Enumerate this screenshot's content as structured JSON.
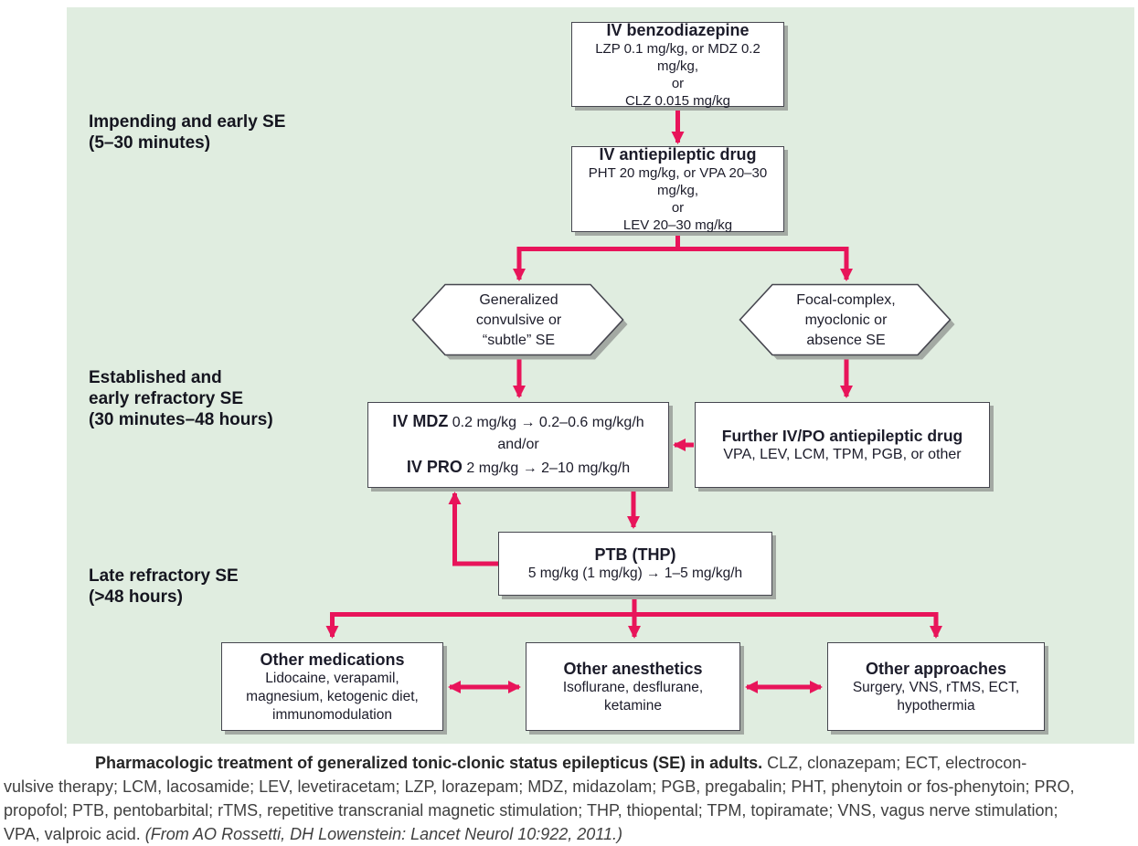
{
  "colors": {
    "panel_bg": "#e0ede0",
    "arrow": "#e8145a",
    "box_border": "#46464f",
    "box_shadow": "#a3a9a3",
    "box_text": "#1c1c2a",
    "caption_text": "#3f3f3f"
  },
  "stages": [
    {
      "lines": [
        "Impending and early SE",
        "(5–30 minutes)"
      ]
    },
    {
      "lines": [
        "Established and",
        "early refractory SE",
        "(30 minutes–48 hours)"
      ]
    },
    {
      "lines": [
        "Late refractory SE",
        "(>48 hours)"
      ]
    }
  ],
  "nodes": {
    "benzo": {
      "title": "IV benzodiazepine",
      "lines": [
        "LZP 0.1 mg/kg, or MDZ 0.2 mg/kg,",
        "or",
        "CLZ 0.015 mg/kg"
      ]
    },
    "aed": {
      "title": "IV antiepileptic drug",
      "lines": [
        "PHT 20 mg/kg, or VPA 20–30 mg/kg,",
        "or",
        "LEV 20–30 mg/kg"
      ]
    },
    "hex_generalized": {
      "lines": [
        "Generalized",
        "convulsive or",
        "“subtle” SE"
      ]
    },
    "hex_focal": {
      "lines": [
        "Focal-complex,",
        "myoclonic or",
        "absence SE"
      ]
    },
    "mdz_pro": {
      "line1_bold": "IV MDZ",
      "line1_rest": " 0.2 mg/kg → 0.2–0.6 mg/kg/h",
      "line2": "and/or",
      "line3_bold": "IV PRO",
      "line3_rest": " 2 mg/kg → 2–10 mg/kg/h"
    },
    "further": {
      "title": "Further IV/PO antiepileptic drug",
      "line": "VPA, LEV, LCM, TPM, PGB, or other"
    },
    "ptb": {
      "title": "PTB (THP)",
      "line": "5 mg/kg (1 mg/kg) → 1–5 mg/kg/h"
    },
    "other_medications": {
      "title": "Other medications",
      "lines": [
        "Lidocaine, verapamil,",
        "magnesium, ketogenic diet,",
        "immunomodulation"
      ]
    },
    "other_anesthetics": {
      "title": "Other anesthetics",
      "lines": [
        "Isoflurane, desflurane,",
        "ketamine"
      ]
    },
    "other_approaches": {
      "title": "Other approaches",
      "lines": [
        "Surgery, VNS, rTMS, ECT,",
        "hypothermia"
      ]
    }
  },
  "caption": {
    "line1_bold": "Pharmacologic treatment of generalized tonic-clonic status epilepticus (SE) in adults.",
    "line1_rest": " CLZ, clonazepam; ECT, electrocon-",
    "line2": "vulsive therapy; LCM, lacosamide; LEV, levetiracetam; LZP, lorazepam; MDZ, midazolam; PGB, pregabalin; PHT, phenytoin or fos-phenytoin; PRO,",
    "line3": "propofol; PTB, pentobarbital; rTMS, repetitive transcranial magnetic stimulation; THP, thiopental; TPM, topiramate; VNS, vagus nerve stimulation;",
    "line4": "VPA, valproic acid. ",
    "line4_italic": "(From AO Rossetti, DH Lowenstein: Lancet Neurol 10:922, 2011.)"
  }
}
